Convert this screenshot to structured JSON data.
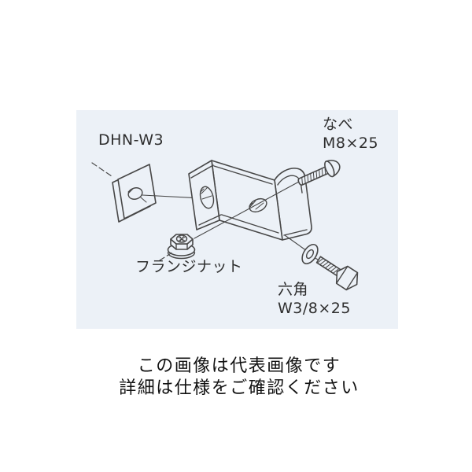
{
  "theme": {
    "panel_background": "#ecf1f7",
    "line_color": "#474747",
    "label_color": "#2e2e2e",
    "caption_color": "#111111"
  },
  "diagram": {
    "part_label": "DHN-W3",
    "pan_screw": {
      "line1": "なべ",
      "line2": "M8×25"
    },
    "flange_nut_label": "フランジナット",
    "hex_bolt": {
      "line1": "六角",
      "line2": "W3/8×25"
    }
  },
  "caption": {
    "line1": "この画像は代表画像です",
    "line2": "詳細は仕様をご確認ください"
  }
}
